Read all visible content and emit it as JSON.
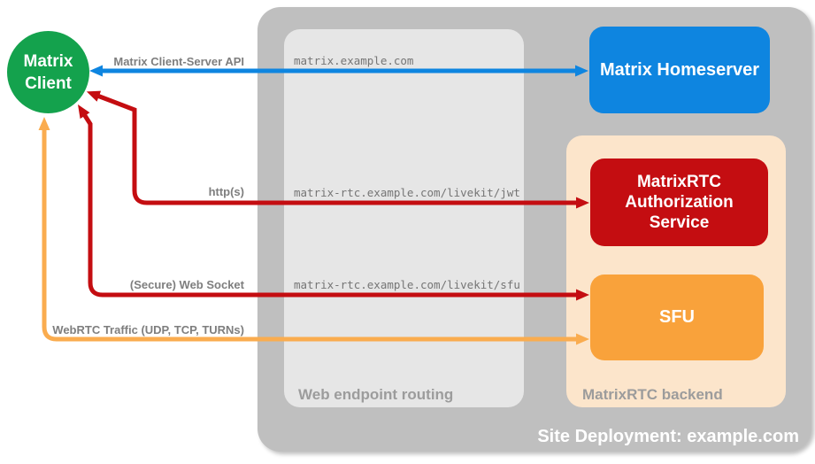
{
  "diagram": {
    "site": {
      "title": "Site Deployment: example.com",
      "container_color": "#BFBFBF"
    },
    "groups": {
      "routing": {
        "label": "Web endpoint routing",
        "color": "#E6E6E6"
      },
      "backend": {
        "label": "MatrixRTC backend",
        "color": "#FCE5CB"
      }
    },
    "nodes": {
      "client": {
        "label": "Matrix\nClient",
        "color": "#14A24D"
      },
      "homeserver": {
        "label": "Matrix Homeserver",
        "color": "#0E85E0"
      },
      "auth_service": {
        "label": "MatrixRTC\nAuthorization\nService",
        "color": "#C40D11"
      },
      "sfu": {
        "label": "SFU",
        "color": "#F9A23B"
      }
    },
    "connections": [
      {
        "name": "client-server-api",
        "label": "Matrix Client-Server API",
        "endpoint": "matrix.example.com",
        "color": "#0E85E0",
        "bidirectional": true
      },
      {
        "name": "https",
        "label": "http(s)",
        "endpoint": "matrix-rtc.example.com/livekit/jwt",
        "color": "#C40D11",
        "bidirectional": true
      },
      {
        "name": "secure-web-socket",
        "label": "(Secure) Web Socket",
        "endpoint": "matrix-rtc.example.com/livekit/sfu",
        "color": "#C40D11",
        "bidirectional": true
      },
      {
        "name": "webrtc-traffic",
        "label": "WebRTC Traffic (UDP, TCP, TURNs)",
        "endpoint": "",
        "color": "#FAAC4F",
        "bidirectional": true
      }
    ]
  }
}
